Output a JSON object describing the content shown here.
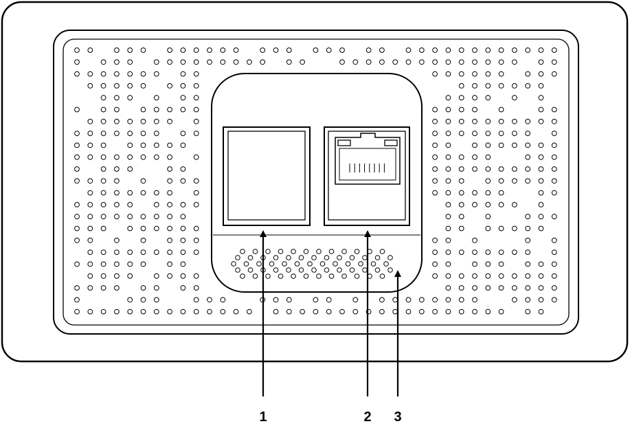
{
  "callouts": [
    {
      "id": "1",
      "label": "1",
      "target": "blank-port"
    },
    {
      "id": "2",
      "label": "2",
      "target": "ethernet-port"
    },
    {
      "id": "3",
      "label": "3",
      "target": "vent-grille"
    }
  ],
  "colors": {
    "stroke": "#000000",
    "fill": "#ffffff"
  }
}
